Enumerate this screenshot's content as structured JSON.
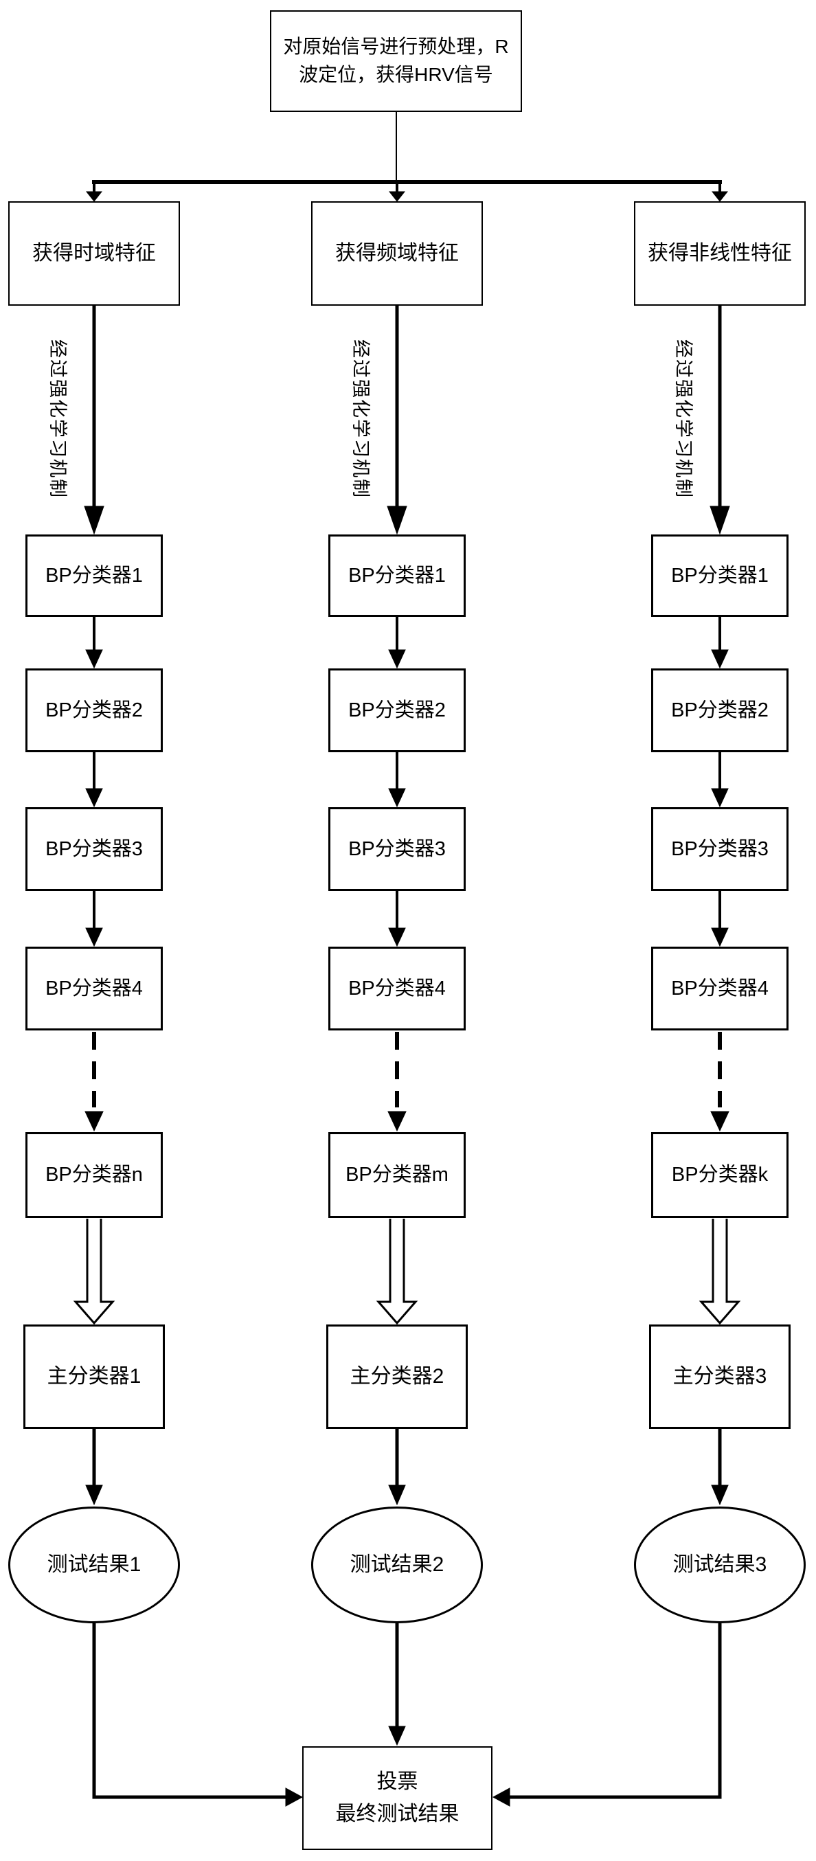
{
  "diagram": {
    "root": {
      "line1": "对原始信号进行预处理，R",
      "line2": "波定位，获得HRV信号"
    },
    "columns": [
      {
        "feature": "获得时域特征",
        "edge_label": "经过强化学习机制",
        "bp": [
          "BP分类器1",
          "BP分类器2",
          "BP分类器3",
          "BP分类器4",
          "BP分类器n"
        ],
        "main": "主分类器1",
        "result": "测试结果1"
      },
      {
        "feature": "获得频域特征",
        "edge_label": "经过强化学习机制",
        "bp": [
          "BP分类器1",
          "BP分类器2",
          "BP分类器3",
          "BP分类器4",
          "BP分类器m"
        ],
        "main": "主分类器2",
        "result": "测试结果2"
      },
      {
        "feature": "获得非线性特征",
        "edge_label": "经过强化学习机制",
        "bp": [
          "BP分类器1",
          "BP分类器2",
          "BP分类器3",
          "BP分类器4",
          "BP分类器k"
        ],
        "main": "主分类器3",
        "result": "测试结果3"
      }
    ],
    "vote": {
      "line1": "投票",
      "line2": "最终测试结果"
    },
    "colors": {
      "stroke": "#000000",
      "background": "#ffffff"
    }
  }
}
